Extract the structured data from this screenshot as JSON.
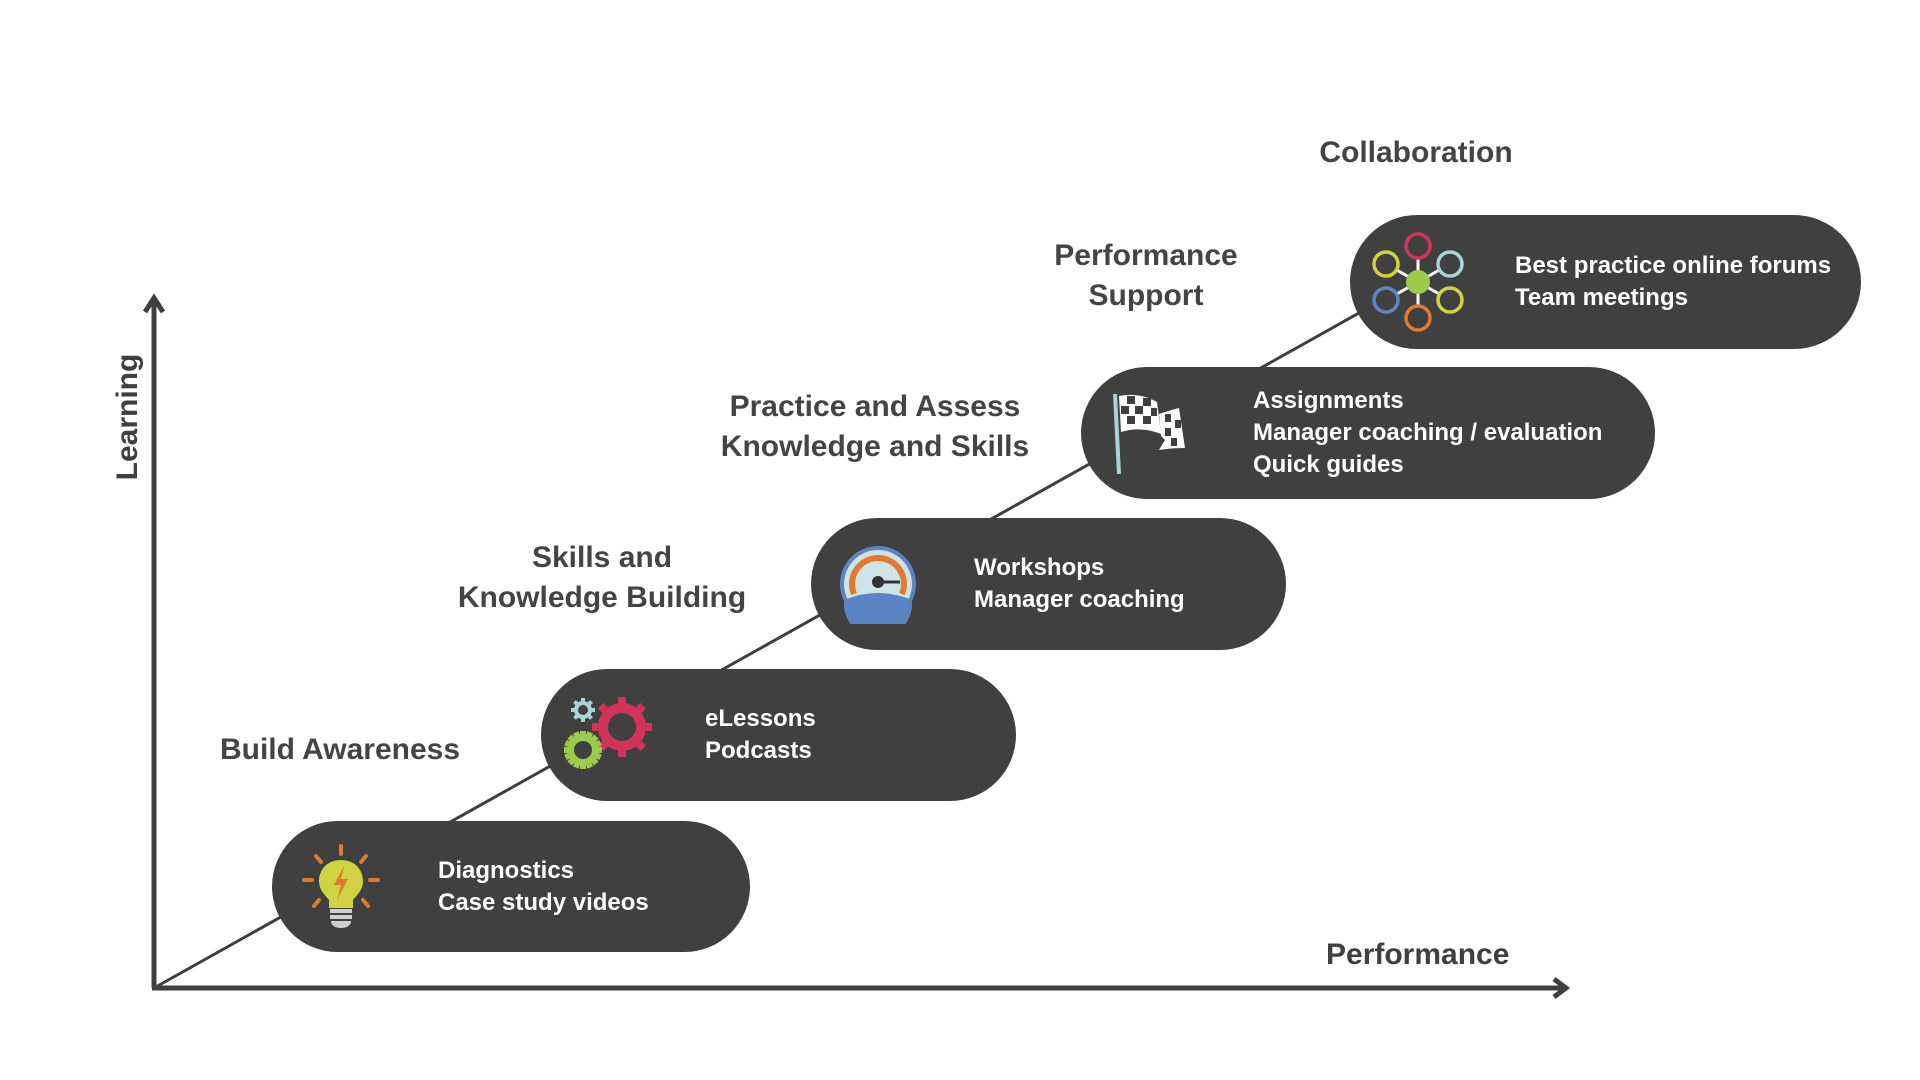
{
  "axes": {
    "y_label": "Learning",
    "x_label": "Performance"
  },
  "stages": [
    {
      "title_lines": [
        "Build Awareness"
      ],
      "icon": "lightbulb-icon",
      "items": [
        "Diagnostics",
        "Case study videos"
      ]
    },
    {
      "title_lines": [
        "Skills and",
        "Knowledge Building"
      ],
      "icon": "gears-icon",
      "items": [
        "eLessons",
        "Podcasts"
      ]
    },
    {
      "title_lines": [
        "Practice and Assess",
        "Knowledge and Skills"
      ],
      "icon": "speedometer-icon",
      "items": [
        "Workshops",
        "Manager coaching"
      ]
    },
    {
      "title_lines": [
        "Performance",
        "Support"
      ],
      "icon": "checkered-flag-icon",
      "items": [
        "Assignments",
        "Manager coaching / evaluation",
        "Quick guides"
      ]
    },
    {
      "title_lines": [
        "Collaboration"
      ],
      "icon": "network-icon",
      "items": [
        "Best practice online forums",
        "Team meetings"
      ]
    }
  ],
  "colors": {
    "pill": "#404040",
    "axis": "#3f3f3f",
    "text_on_pill": "#ffffff",
    "orange": "#e07a2e",
    "yellow_green": "#cfd341",
    "crimson": "#d0345a",
    "green": "#9acb4b",
    "light_blue": "#a9d3d8",
    "blue": "#5a84c4"
  }
}
